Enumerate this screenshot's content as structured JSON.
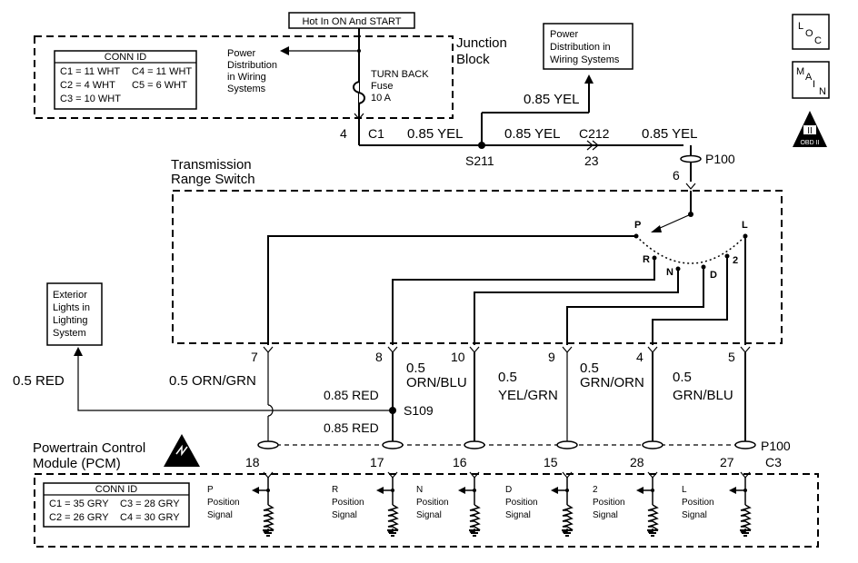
{
  "power_source": "Hot In ON And START",
  "junction_block": {
    "title_line1": "Junction",
    "title_line2": "Block",
    "conn_id_title": "CONN ID",
    "conn_rows": [
      [
        "C1 = 11 WHT",
        "C4 = 11 WHT"
      ],
      [
        "C2 = 4 WHT",
        "C5 = 6 WHT"
      ],
      [
        "C3 = 10 WHT",
        ""
      ]
    ],
    "power_dist_lines": [
      "Power",
      "Distribution",
      "in Wiring",
      "Systems"
    ],
    "fuse_lines": [
      "TURN BACK",
      "Fuse",
      "10 A"
    ],
    "pin": "4",
    "connector": "C1"
  },
  "power_dist_top": [
    "Power",
    "Distribution in",
    "Wiring Systems"
  ],
  "wire_labels": {
    "main_yel_1": "0.85 YEL",
    "branch_yel": "0.85 YEL",
    "main_yel_2": "0.85 YEL",
    "main_yel_3": "0.85 YEL"
  },
  "splices": {
    "s211": "S211",
    "s109": "S109"
  },
  "c212": {
    "name": "C212",
    "pin": "23"
  },
  "p100": {
    "top_name": "P100",
    "top_pin": "6",
    "bottom_name": "P100",
    "bottom_conn": "C3"
  },
  "icons": {
    "loc": [
      "L",
      "O",
      "C"
    ],
    "main": [
      "M",
      "A",
      "I",
      "N"
    ],
    "obd": [
      "II",
      "OBD II"
    ]
  },
  "switch": {
    "title_line1": "Transmission",
    "title_line2": "Range Switch",
    "positions": [
      "P",
      "R",
      "N",
      "D",
      "2",
      "L"
    ]
  },
  "exterior": [
    "Exterior",
    "Lights in",
    "Lighting",
    "System"
  ],
  "pins_switch": [
    "7",
    "8",
    "10",
    "9",
    "4",
    "5"
  ],
  "circuit_labels": {
    "red_left": "0.5 RED",
    "orn_grn": "0.5 ORN/GRN",
    "red_085_a": "0.85 RED",
    "red_085_b": "0.85 RED",
    "orn_blu": [
      "0.5",
      "ORN/BLU"
    ],
    "yel_grn": [
      "0.5",
      "YEL/GRN"
    ],
    "grn_orn": [
      "0.5",
      "GRN/ORN"
    ],
    "grn_blu": [
      "0.5",
      "GRN/BLU"
    ]
  },
  "pcm": {
    "title_line1": "Powertrain Control",
    "title_line2": "Module (PCM)",
    "conn_id_title": "CONN ID",
    "conn_rows": [
      [
        "C1 = 35 GRY",
        "C3 = 28 GRY"
      ],
      [
        "C2 = 26 GRY",
        "C4 = 30 GRY"
      ]
    ],
    "pins": [
      "18",
      "17",
      "16",
      "15",
      "28",
      "27"
    ],
    "signals": [
      [
        "P",
        "Position",
        "Signal"
      ],
      [
        "R",
        "Position",
        "Signal"
      ],
      [
        "N",
        "Position",
        "Signal"
      ],
      [
        "D",
        "Position",
        "Signal"
      ],
      [
        "2",
        "Position",
        "Signal"
      ],
      [
        "L",
        "Position",
        "Signal"
      ]
    ]
  }
}
